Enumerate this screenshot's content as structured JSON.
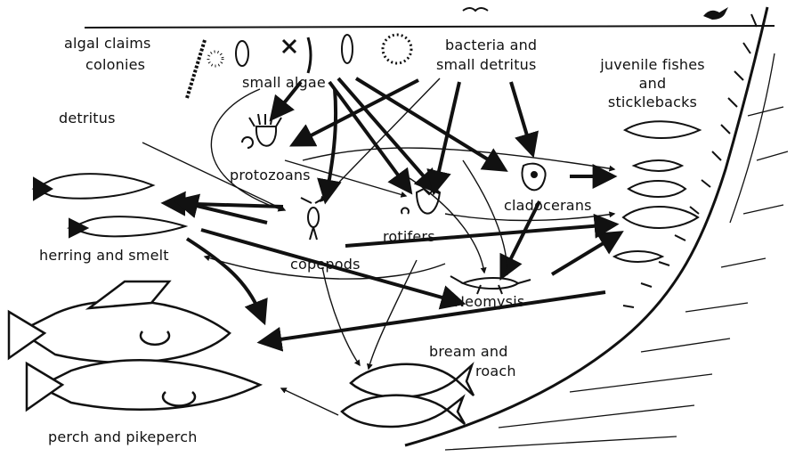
{
  "labels": {
    "algal_chains": "algal claims",
    "colonies": "colonies",
    "small_algae": "small algae",
    "bacteria_line1": "bacteria and",
    "bacteria_line2": "small detritus",
    "juvenile_line1": "juvenile fishes",
    "juvenile_line2": "and",
    "juvenile_line3": "sticklebacks",
    "detritus": "detritus",
    "protozoans": "protozoans",
    "rotifers": "rotifers",
    "cladocerans": "cladocerans",
    "copepods": "copepods",
    "neomysis": "Neomysis",
    "herring_smelt": "herring and smelt",
    "bream_line1": "bream and",
    "bream_line2": "roach",
    "perch": "perch and pikeperch"
  },
  "colors": {
    "ink": "#111111",
    "paper": "#ffffff"
  }
}
